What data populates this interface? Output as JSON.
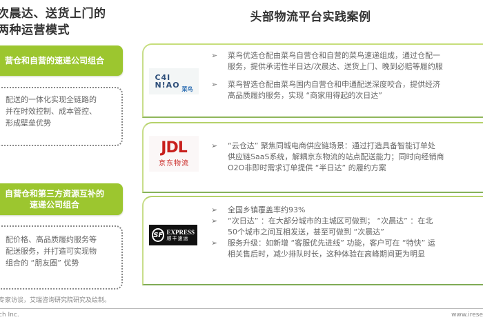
{
  "left_panel": {
    "title_lines": [
      "次晨达、送货上门的",
      "两种运营模式"
    ],
    "model_1": {
      "label": "营仓和自营的速递公司组合",
      "desc_lines": [
        "配送的一体化实现全链路的",
        "并在时效控制、成本管控、",
        "形成壁垒优势"
      ]
    },
    "model_2": {
      "label_lines": [
        "自营仓和第三方资源互补的",
        "速递公司组合"
      ],
      "desc_lines": [
        "配价格、高品质履约服务等",
        "配送服务，并打造可实现物",
        "组合的 “朋友圈” 优势"
      ]
    }
  },
  "right_panel": {
    "title": "头部物流平台实践案例",
    "cases": [
      {
        "company": "菜鸟",
        "logo": {
          "name": "cainiao-logo",
          "line1": "C4I",
          "line2": "N!AO",
          "cn": "菜鸟",
          "color": "#2e4f7a"
        },
        "bullets": [
          {
            "lines": [
              "菜鸟优选仓配由菜鸟自营仓和自营的菜鸟速递组成，通过仓配一",
              "服务，提供承诺性半日达/次晨达、送货上门、晚到必赔等履约服"
            ]
          },
          {
            "lines": [
              "菜鸟智选仓配由菜鸟国内自营仓和申通配送深度咬合，提供经济",
              "高品质履约服务，实现 “商家用得起的次日达”"
            ]
          }
        ]
      },
      {
        "company": "京东物流",
        "logo": {
          "name": "jdl-logo",
          "mark": "JDL",
          "cn": "京东物流",
          "color": "#c8201d"
        },
        "bullets": [
          {
            "lines": [
              " “云仓达” 聚焦同城电商供应链场景：通过打造具备智能订单处",
              "供应链SaaS系统，解耦京东物流的站点配送能力；同时向经销商",
              "O2O非即时需求订单提供 “半日达” 的履约方案"
            ]
          }
        ]
      },
      {
        "company": "顺丰速运",
        "logo": {
          "name": "sf-express-logo",
          "mark": "SF",
          "en": "EXPRESS",
          "cn": "顺丰速运",
          "color": "#111111"
        },
        "bullets": [
          {
            "lines": [
              "全国乡镇覆盖率约93%"
            ]
          },
          {
            "lines": [
              " “次日达” ：在大部分城市的主城区可做到； “次晨达” ：在北",
              "50个城市之间互相发送，甚至可做到 “次晨达”"
            ]
          },
          {
            "lines": [
              "服务升级：如新增 “客服优先进线” 功能，客户可在 “特快” 运",
              "相关售后时，减少排队时长，这种体验在高峰期间更为明显"
            ]
          }
        ]
      }
    ],
    "bullet_glyph": "➢"
  },
  "footer": {
    "source": "专家访谈，艾瑞咨询研究院研究及绘制。",
    "copyright": "ch Inc.",
    "website": "www.irese"
  },
  "colors": {
    "accent_green": "#9cc62f",
    "card_border": "#b6d36a",
    "title_text": "#333333",
    "body_text": "#666666"
  }
}
